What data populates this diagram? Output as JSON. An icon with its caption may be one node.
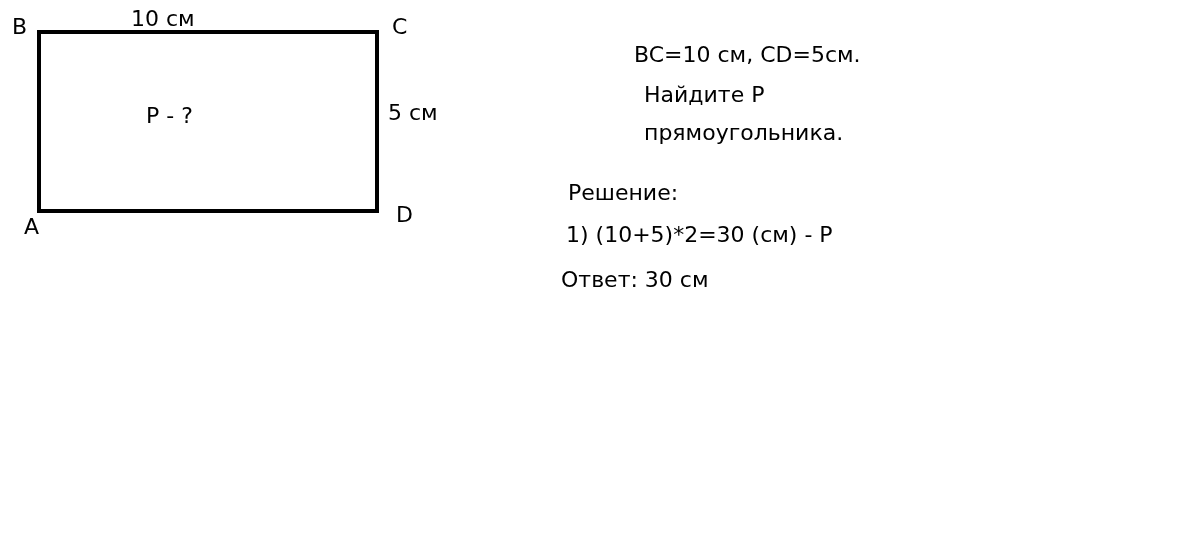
{
  "diagram": {
    "nodes": [
      {
        "text": [
          "Р - ?"
        ]
      }
    ],
    "edges": [],
    "labels": [
      "B",
      "10 см",
      "C",
      "5 см",
      "A",
      "D",
      "BC=10 см, CD=5см.",
      "Найдите Р прямоугольника.",
      "Решение:",
      "1) (10+5)*2=30 (см) - Р",
      "Ответ: 30 см"
    ]
  }
}
